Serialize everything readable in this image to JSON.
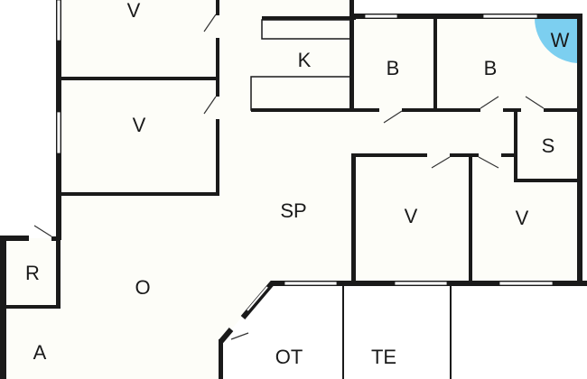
{
  "colors": {
    "floor": "#fdfdf8",
    "wall": "#1a1a1a",
    "wet_zone": "#7ccff0"
  },
  "rooms": [
    {
      "id": "bedroom-1",
      "label": "V"
    },
    {
      "id": "bedroom-2",
      "label": "V"
    },
    {
      "id": "kitchen",
      "label": "K"
    },
    {
      "id": "bathroom-1",
      "label": "B"
    },
    {
      "id": "bathroom-2",
      "label": "B"
    },
    {
      "id": "wet-zone",
      "label": "W"
    },
    {
      "id": "storage",
      "label": "S"
    },
    {
      "id": "dining",
      "label": "SP"
    },
    {
      "id": "bedroom-3",
      "label": "V"
    },
    {
      "id": "bedroom-4",
      "label": "V"
    },
    {
      "id": "utility",
      "label": "R"
    },
    {
      "id": "living",
      "label": "O"
    },
    {
      "id": "hall",
      "label": "A"
    },
    {
      "id": "covered-terrace",
      "label": "OT"
    },
    {
      "id": "terrace",
      "label": "TE"
    }
  ]
}
